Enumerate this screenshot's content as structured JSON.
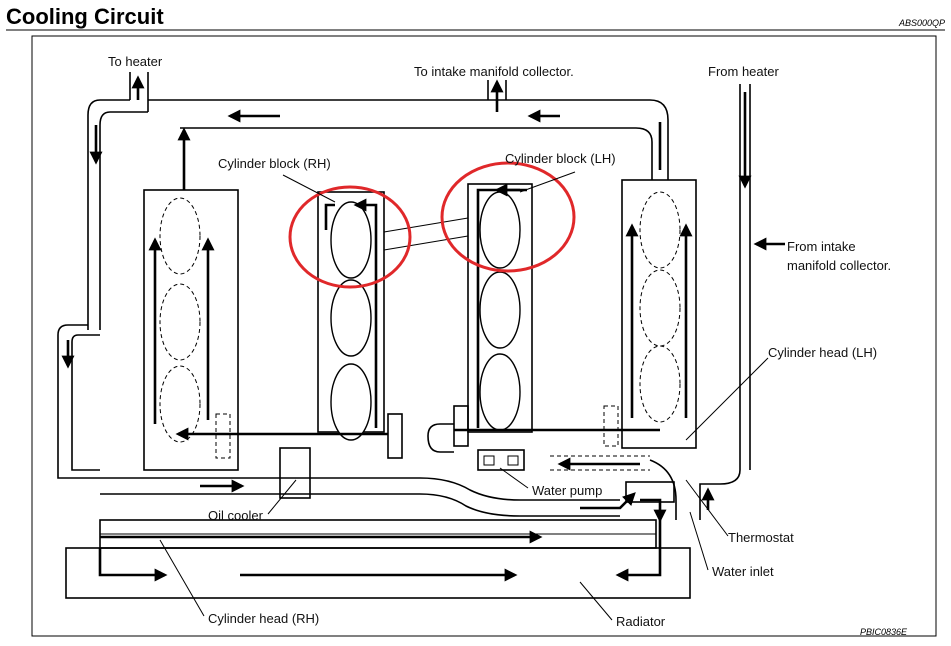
{
  "title": "Cooling Circuit",
  "doc_code": "ABS000QP",
  "figure_code": "PBIC0836E",
  "labels": {
    "to_heater": "To heater",
    "to_intake": "To intake manifold collector.",
    "from_heater": "From heater",
    "cyl_block_rh": "Cylinder block (RH)",
    "cyl_block_lh": "Cylinder block (LH)",
    "from_intake_line1": "From intake",
    "from_intake_line2": "manifold collector.",
    "cyl_head_lh": "Cylinder head (LH)",
    "water_pump": "Water pump",
    "oil_cooler": "Oil cooler",
    "thermostat": "Thermostat",
    "water_inlet": "Water inlet",
    "cyl_head_rh": "Cylinder head (RH)",
    "radiator": "Radiator"
  },
  "colors": {
    "line": "#000000",
    "highlight": "#e0282a",
    "background": "#ffffff"
  }
}
